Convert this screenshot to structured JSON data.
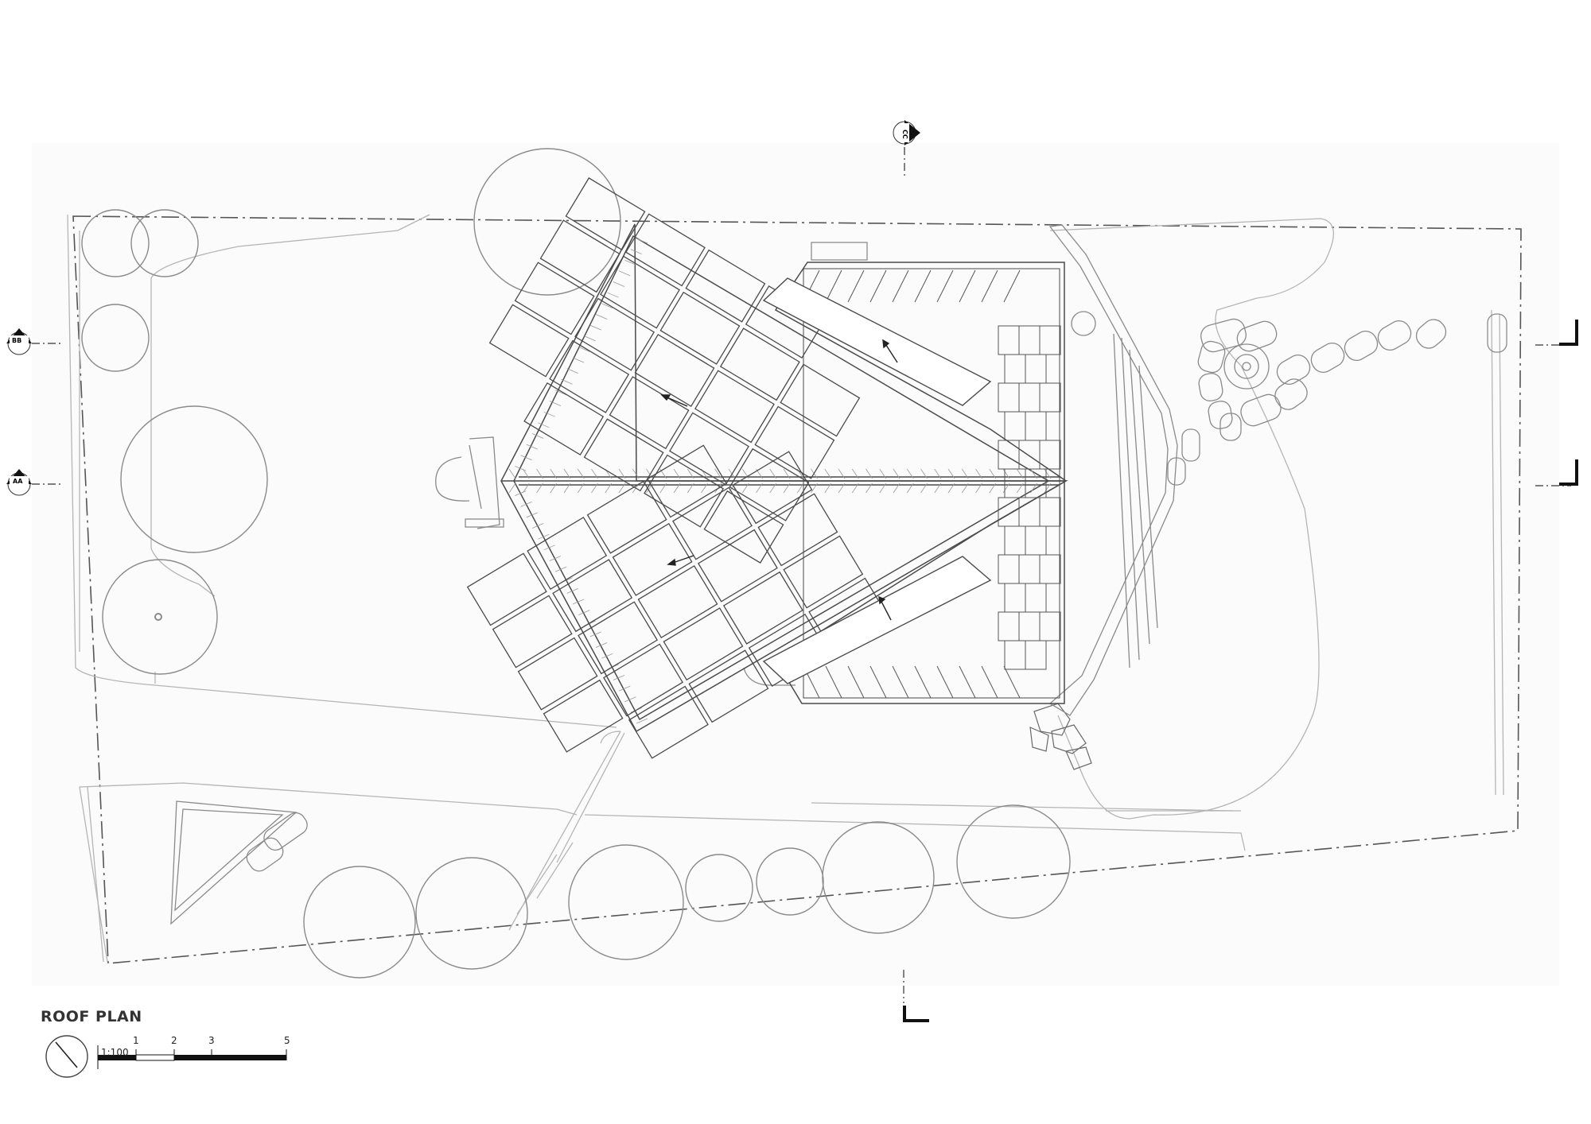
{
  "drawing": {
    "title": "ROOF PLAN",
    "scale_text": "1:100",
    "scale_ticks": [
      "1",
      "2",
      "3",
      "5"
    ]
  },
  "section_markers": {
    "bb": "BB",
    "aa": "AA",
    "cc": "CC"
  },
  "colors": {
    "line": "#8a8a8a",
    "light_line": "#b5b5b5",
    "roof_line": "#4a4a4a",
    "background": "#ffffff"
  },
  "icons": [
    "north-arrow-icon",
    "section-marker-icon",
    "slope-arrow-icon"
  ]
}
